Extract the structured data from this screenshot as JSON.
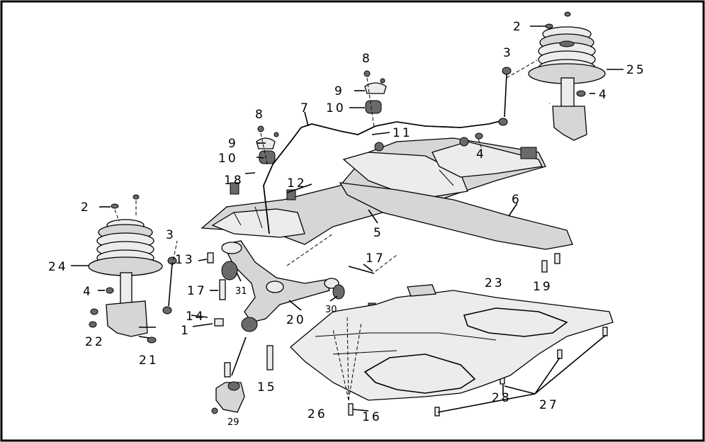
{
  "labels": {
    "l1": "1",
    "l2a": "2",
    "l2b": "2",
    "l3a": "3",
    "l3b": "3",
    "l4a": "4",
    "l4b": "4",
    "l4c": "4",
    "l5": "5",
    "l6": "6",
    "l7": "7",
    "l8a": "8",
    "l8b": "8",
    "l9a": "9",
    "l9b": "9",
    "l10a": "10",
    "l10b": "10",
    "l11": "11",
    "l12": "12",
    "l13": "13",
    "l14": "14",
    "l15": "15",
    "l16": "16",
    "l17a": "17",
    "l17b": "17",
    "l18": "18",
    "l19": "19",
    "l20": "20",
    "l21": "21",
    "l22": "22",
    "l23": "23",
    "l24": "24",
    "l25": "25",
    "l26": "26",
    "l27": "27",
    "l28": "28",
    "l29": "29",
    "l30": "30",
    "l31": "31"
  }
}
